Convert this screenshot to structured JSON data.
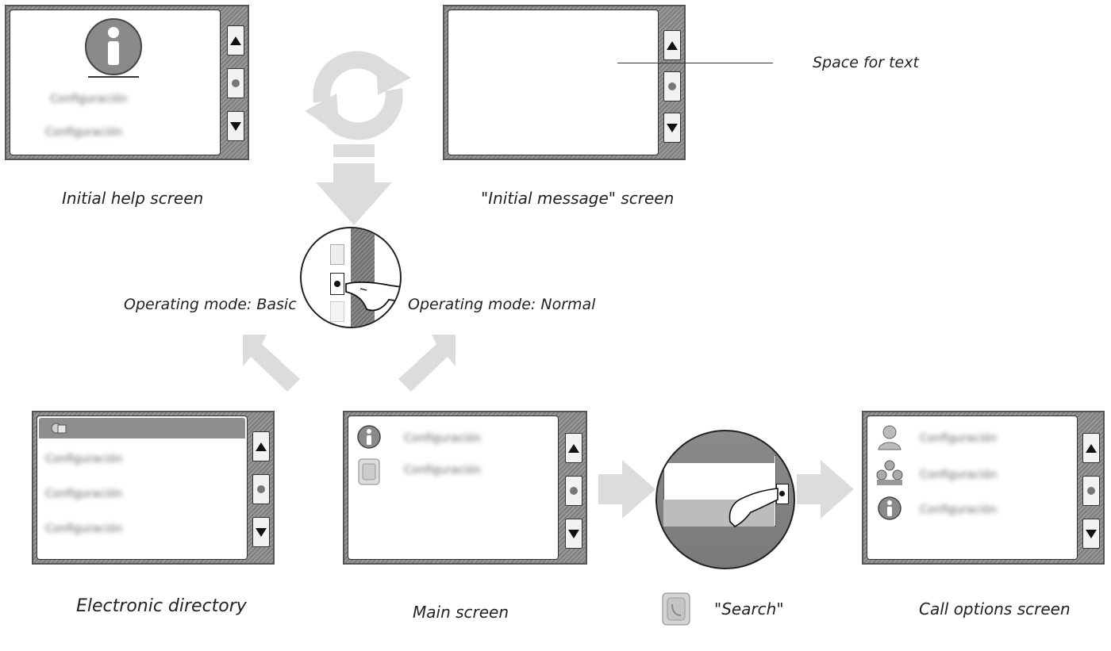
{
  "captions": {
    "initial_help": "Initial help screen",
    "initial_message": "\"Initial message\" screen",
    "space_for_text": "Space for text",
    "mode_basic": "Operating mode: Basic",
    "mode_normal": "Operating mode: Normal",
    "electronic_directory": "Electronic directory",
    "main_screen": "Main screen",
    "search": "\"Search\"",
    "call_options": "Call options screen"
  },
  "blurred_entry_text": "Configuración",
  "colors": {
    "arrow": "#d9d9d9",
    "device_bezel": "#8c8c8c",
    "info_icon": "#8a8a8a"
  },
  "icons": [
    "info-icon",
    "refresh-cycle-icon",
    "down-arrow-icon",
    "right-arrow-icon",
    "directory-icon",
    "phone-book-icon",
    "contact-icon",
    "group-icon",
    "finger-press-icon"
  ]
}
